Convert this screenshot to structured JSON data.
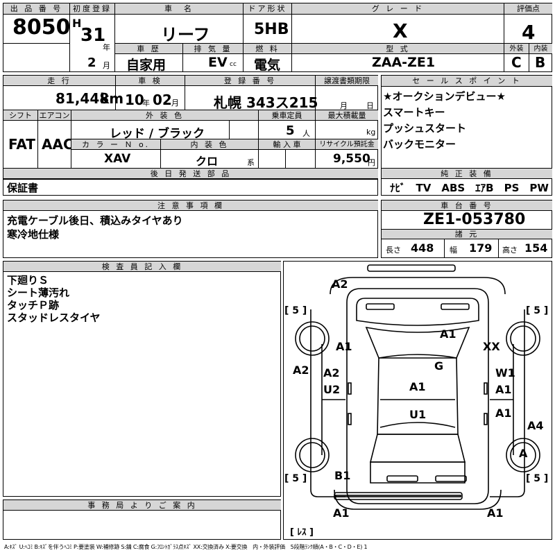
{
  "header": {
    "lot_no_label": "出 品 番 号",
    "lot_no": "8050",
    "first_reg_label": "初度登録",
    "era": "H",
    "year": "31",
    "year_unit": "年",
    "month": "2",
    "month_unit": "月",
    "car_name_label": "車　名",
    "car_name": "リーフ",
    "history_label": "車 歴",
    "history": "自家用",
    "displacement_label": "排 気 量",
    "displacement": "EV",
    "displacement_unit": "cc",
    "door_label": "ドア形状",
    "door": "5HB",
    "fuel_label": "燃 料",
    "fuel": "電気",
    "grade_label": "グ レ ー ド",
    "grade": "X",
    "model_label": "型 式",
    "model": "ZAA-ZE1",
    "score_label": "評価点",
    "score": "4",
    "ext_label": "外装",
    "ext": "C",
    "int_label": "内装",
    "int": "B"
  },
  "row2": {
    "mileage_label": "走 行",
    "mileage": "81,448",
    "mileage_unit": "km",
    "inspection_label": "車 検",
    "insp_year": "10",
    "insp_year_unit": "年",
    "insp_month": "02",
    "insp_month_unit": "月",
    "reg_label": "登 録 番 号",
    "reg_no": "札幌 343ス215",
    "transfer_label": "譲渡書類期限",
    "transfer_month": "月",
    "transfer_day": "日",
    "shift_label": "シフト",
    "shift": "FAT",
    "ac_label": "エアコン",
    "ac": "AAC",
    "color_label": "外 装 色",
    "color": "レッド / ブラック",
    "capacity_label": "乗車定員",
    "capacity": "5",
    "capacity_unit": "人",
    "maxload_label": "最大積載量",
    "maxload_unit": "kg",
    "colorno_label": "カ ラ ー Ｎ o.",
    "colorno": "XAV",
    "interior_label": "内 装 色",
    "interior": "クロ",
    "interior_unit": "系",
    "import_label": "輸 入 車",
    "recycle_label": "リサイクル預託金",
    "recycle": "9,550",
    "recycle_unit": "円",
    "later_label": "後 日 発 送 部 品",
    "later": "保証書"
  },
  "sales": {
    "label": "セ ー ル ス ポ イ ン ト",
    "points": [
      "★オークションデビュー★",
      "スマートキー",
      "プッシュスタート",
      "バックモニター"
    ],
    "equip_label": "純 正 装 備",
    "equip": "ﾅﾋﾞ　TV　ABS　ｴｱB　PS　PW"
  },
  "notes": {
    "label": "注 意 事 項 欄",
    "lines": [
      "充電ケーブル後日、積込みタイヤあり",
      "寒冷地仕様"
    ]
  },
  "chassis": {
    "label": "車 台 番 号",
    "value": "ZE1-053780",
    "spec_label": "諸 元",
    "length_label": "長さ",
    "length": "448",
    "width_label": "幅",
    "width": "179",
    "height_label": "高さ",
    "height": "154"
  },
  "inspector": {
    "label": "検 査 員 記 入 欄",
    "lines": [
      "下廻りＳ",
      "シート薄汚れ",
      "タッチＰ跡",
      "スタッドレスタイヤ"
    ]
  },
  "office": {
    "label": "事 務 局 よ り ご 案 内"
  },
  "diagram": {
    "marks": [
      "A2",
      "A1",
      "A1",
      "XX",
      "A2",
      "A2",
      "G",
      "W1",
      "U2",
      "A1",
      "A1",
      "U1",
      "A1",
      "A4",
      "A",
      "B1",
      "A1",
      "A1"
    ],
    "tire_labels": [
      "[ 5 ]",
      "[ 5 ]",
      "[ 5 ]",
      "[ 5 ]"
    ],
    "spare_label": "[ ﾚｽ ]"
  },
  "legend": "A:ｷｽﾞ U:ﾍｺﾐ B:ｷｽﾞを伴うﾍｺﾐ P:要塗装 W:補修跡 S:錆 C:腐食 G:ﾌﾛﾝﾄｶﾞﾗｽ点ｷｽﾞ XX:交換済み X:要交換　内・外装評価　5段階ﾗﾝｸ順(A・B・C・D・E) 1"
}
